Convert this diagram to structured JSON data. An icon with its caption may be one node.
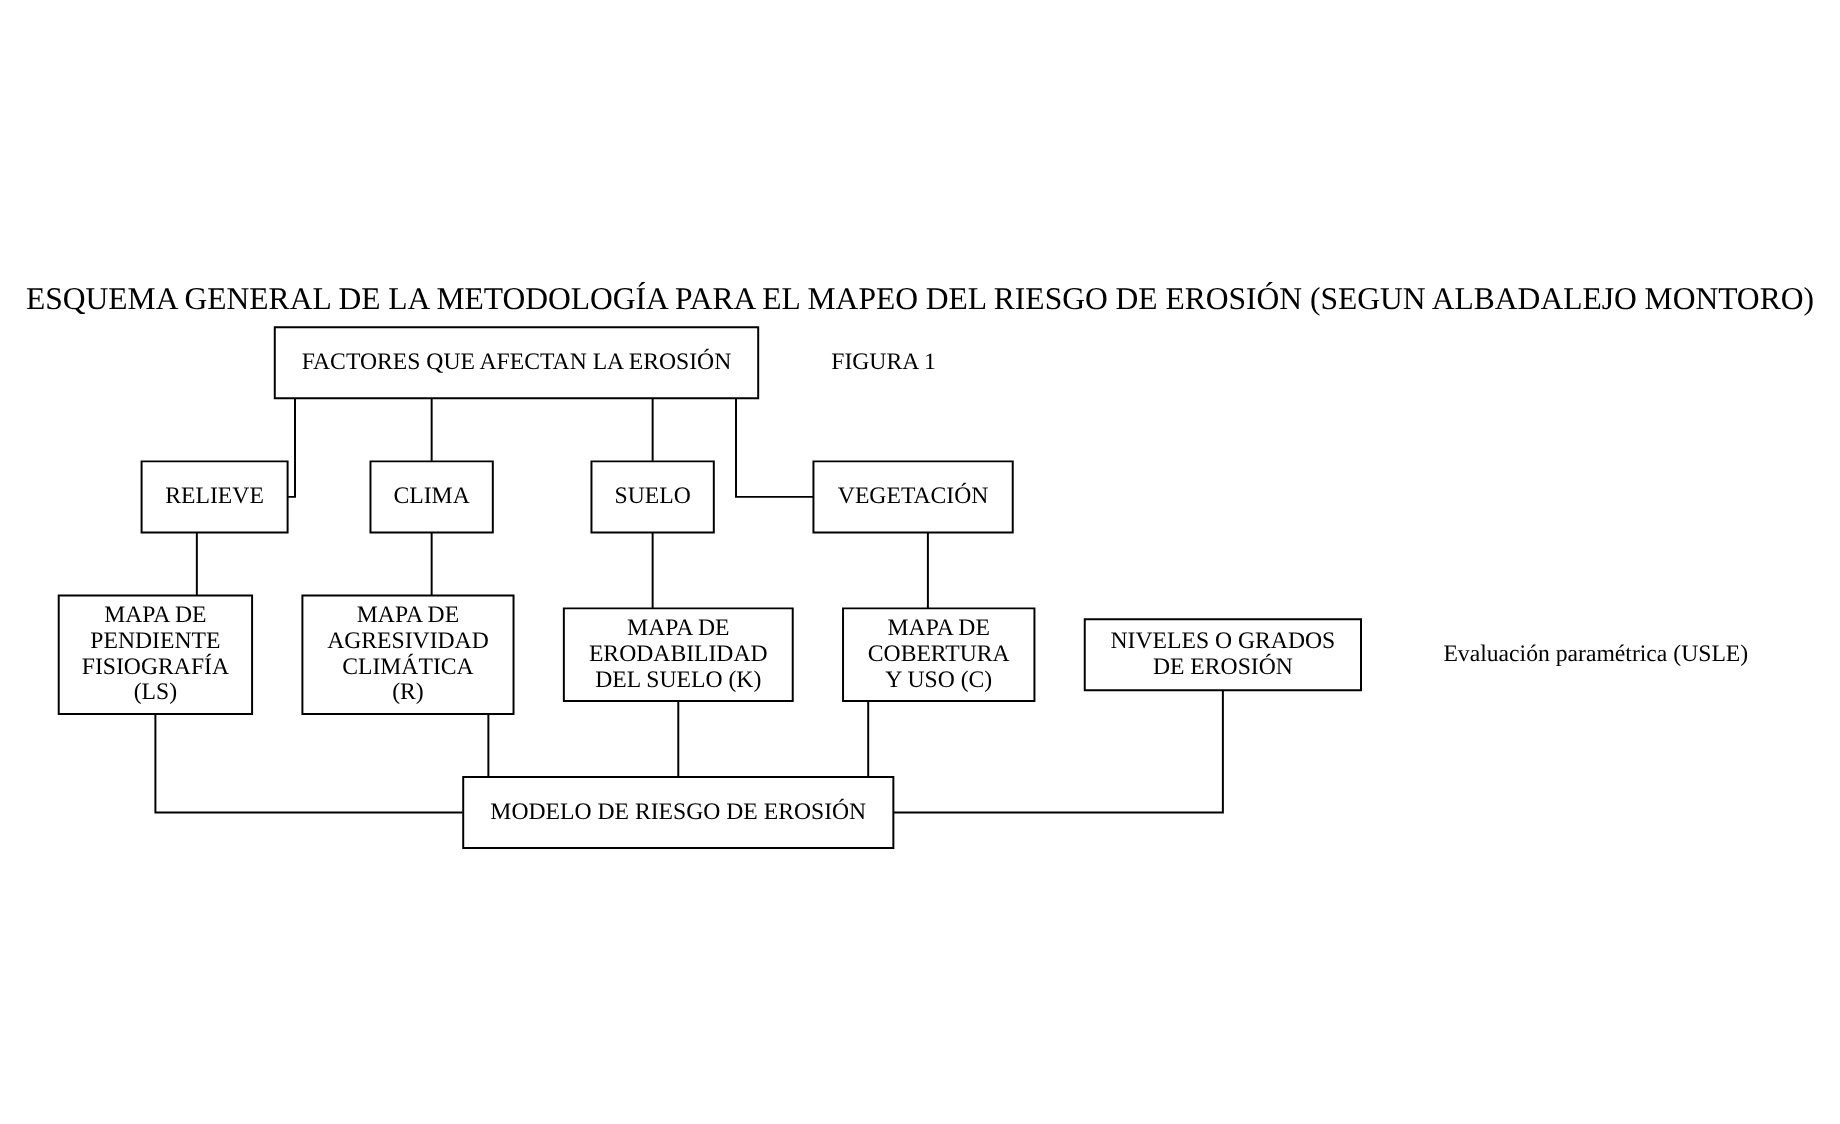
{
  "diagram": {
    "title": "ESQUEMA GENERAL DE LA METODOLOGÍA PARA EL MAPEO DEL RIESGO DE EROSIÓN (SEGUN ALBADALEJO MONTORO)",
    "nodes": [
      {
        "text": [
          "FACTORES QUE AFECTAN LA EROSIÓN"
        ]
      },
      {
        "text": [
          "RELIEVE"
        ]
      },
      {
        "text": [
          "CLIMA"
        ]
      },
      {
        "text": [
          "SUELO"
        ]
      },
      {
        "text": [
          "VEGETACIÓN"
        ]
      },
      {
        "text": [
          "MAPA DE PENDIENTE FISIOGRAFÍA (LS)"
        ]
      },
      {
        "text": [
          "MAPA DE AGRESIVIDAD CLIMÁTICA (R)"
        ]
      },
      {
        "text": [
          "MAPA DE ERODABILIDAD DEL SUELO (K)"
        ]
      },
      {
        "text": [
          "MAPA DE COBERTURA Y USO (C)"
        ]
      },
      {
        "text": [
          "NIVELES O GRADOS DE EROSIÓN"
        ]
      },
      {
        "text": [
          "MODELO DE RIESGO DE EROSIÓN"
        ]
      }
    ],
    "edges": [
      {
        "from": 0,
        "to": 1,
        "arrow": "none"
      },
      {
        "from": 0,
        "to": 2,
        "arrow": "none"
      },
      {
        "from": 0,
        "to": 3,
        "arrow": "none"
      },
      {
        "from": 0,
        "to": 4,
        "arrow": "none"
      },
      {
        "from": 1,
        "to": 5,
        "arrow": "none"
      },
      {
        "from": 2,
        "to": 6,
        "arrow": "none"
      },
      {
        "from": 3,
        "to": 7,
        "arrow": "none"
      },
      {
        "from": 4,
        "to": 8,
        "arrow": "none"
      },
      {
        "from": 5,
        "to": 10,
        "arrow": "none"
      },
      {
        "from": 6,
        "to": 10,
        "arrow": "none"
      },
      {
        "from": 7,
        "to": 10,
        "arrow": "none"
      },
      {
        "from": 8,
        "to": 10,
        "arrow": "none"
      },
      {
        "from": 9,
        "to": 10,
        "arrow": "none"
      }
    ],
    "labels": [
      "FIGURA 1",
      "Evaluación paramétrica (USLE)"
    ]
  }
}
